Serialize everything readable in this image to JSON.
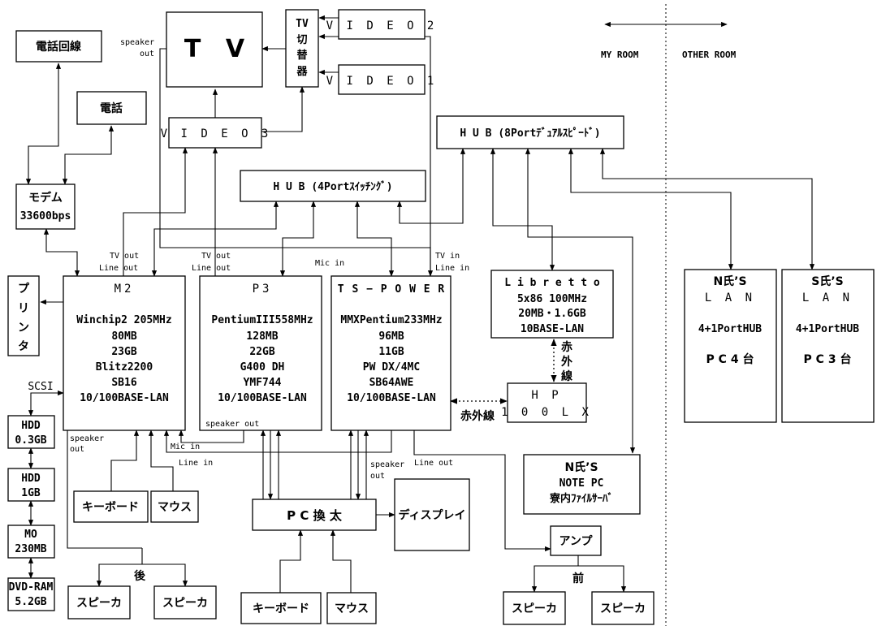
{
  "legend": {
    "my_room": "MY ROOM",
    "other_room": "OTHER ROOM"
  },
  "tv": "T V",
  "tv_switch": [
    "TV",
    "切",
    "替",
    "器"
  ],
  "video1": "V I D E O 1",
  "video2": "V I D E O 2",
  "video3": "V I D E O 3",
  "phone_line": "電話回線",
  "phone": "電話",
  "modem": [
    "モデム",
    "33600bps"
  ],
  "printer": [
    "プ",
    "リ",
    "ン",
    "タ"
  ],
  "hub8": "H U B (8Portﾃﾞｭｱﾙｽﾋﾟｰﾄﾞ)",
  "hub4": "H U B (4Portｽｲｯﾁﾝｸﾞ)",
  "m2": [
    "M2",
    "Winchip2 205MHz",
    "80MB",
    "23GB",
    "Blitz2200",
    "SB16",
    "10/100BASE-LAN"
  ],
  "p3": [
    "P3",
    "PentiumIII558MHz",
    "128MB",
    "22GB",
    "G400 DH",
    "YMF744",
    "10/100BASE-LAN"
  ],
  "tspower": [
    "T S − P O W E R",
    "MMXPentium233MHz",
    "96MB",
    "11GB",
    "PW DX/4MC",
    "SB64AWE",
    "10/100BASE-LAN"
  ],
  "libretto": [
    "L i b r e t t o",
    "5x86 100MHz",
    "20MB・1.6GB",
    "10BASE-LAN"
  ],
  "hp": [
    "H P",
    "1 0 0 L X"
  ],
  "n_lan": [
    "N氏’S",
    "L A N",
    "4+1PortHUB",
    "P C 4 台"
  ],
  "s_lan": [
    "S氏’S",
    "L A N",
    "4+1PortHUB",
    "P C 3 台"
  ],
  "n_note": [
    "N氏’S",
    "NOTE PC",
    "寮内ﾌｧｲﾙｻｰﾊﾞ"
  ],
  "storage": [
    "HDD",
    "0.3GB",
    "HDD",
    "1GB",
    "MO",
    "230MB",
    "DVD-RAM",
    "5.2GB"
  ],
  "pc_switch": "P C 換 太",
  "display": "ディスプレイ",
  "amp": "アンプ",
  "keyboard": "キーボード",
  "mouse": "マウス",
  "speaker": "スピーカ",
  "infrared": "赤外線",
  "infrared_v": [
    "赤",
    "外",
    "線"
  ],
  "rear": "後",
  "front": "前",
  "labels": {
    "speaker_out": [
      "speaker",
      "out"
    ],
    "tv_out": "TV out",
    "line_out": "Line out",
    "tv_in": "TV in",
    "line_in": "Line in",
    "mic_in": "Mic in",
    "speaker_out_inline": "speaker out",
    "scsi": "SCSI"
  }
}
